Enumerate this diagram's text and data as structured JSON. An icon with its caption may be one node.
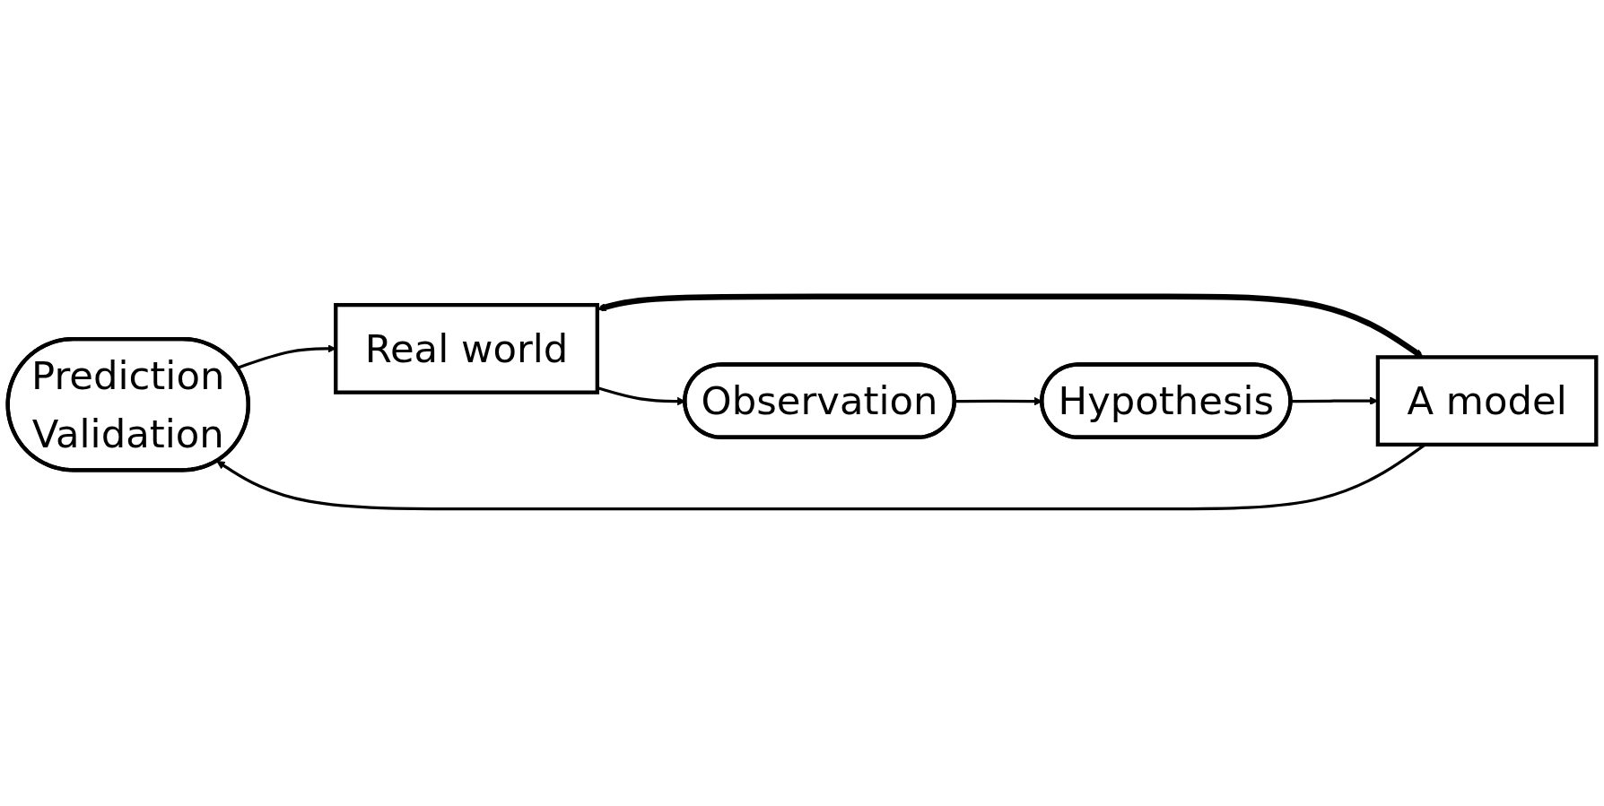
{
  "diagram": {
    "nodes": [
      {
        "text": [
          "Prediction",
          "Validation"
        ]
      },
      {
        "text": [
          "Real world"
        ]
      },
      {
        "text": [
          "A model"
        ]
      },
      {
        "text": [
          "Observation"
        ]
      },
      {
        "text": [
          "Hypothesis"
        ]
      }
    ],
    "edges": [
      {
        "from": 0,
        "to": 1,
        "arrow": "to"
      },
      {
        "from": 1,
        "to": 2,
        "arrow": "both",
        "style": "thick"
      },
      {
        "from": 1,
        "to": 3,
        "arrow": "to"
      },
      {
        "from": 3,
        "to": 4,
        "arrow": "to"
      },
      {
        "from": 4,
        "to": 2,
        "arrow": "to"
      },
      {
        "from": 2,
        "to": 0,
        "arrow": "to"
      }
    ]
  }
}
